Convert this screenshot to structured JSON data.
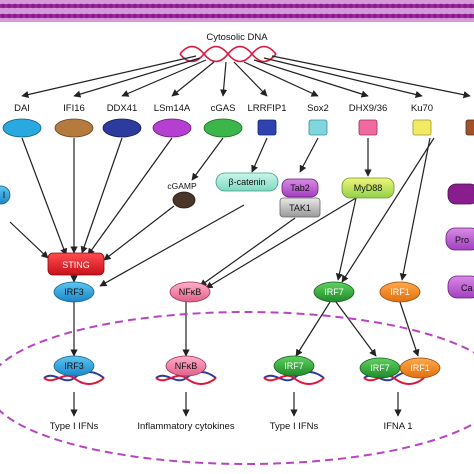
{
  "header": {
    "dna_label": "Cytosolic DNA"
  },
  "colors": {
    "membrane": "#a32aa6",
    "nucleus": "#b844c2",
    "dna": "#e0143c",
    "arrow": "#222222"
  },
  "sensors": [
    {
      "label": "DAI",
      "color": "#29a9df",
      "shape": "ellipse"
    },
    {
      "label": "IFI16",
      "color": "#b57a3e",
      "shape": "ellipse"
    },
    {
      "label": "DDX41",
      "color": "#2d3a9e",
      "shape": "ellipse"
    },
    {
      "label": "LSm14A",
      "color": "#b43fd0",
      "shape": "ellipse"
    },
    {
      "label": "cGAS",
      "color": "#3cb54a",
      "shape": "ellipse"
    },
    {
      "label": "LRRFIP1",
      "color": "#2f43b0",
      "shape": "rect"
    },
    {
      "label": "Sox2",
      "color": "#7fd6dc",
      "shape": "rect"
    },
    {
      "label": "DHX9/36",
      "color": "#f06aa0",
      "shape": "rect"
    },
    {
      "label": "Ku70",
      "color": "#f3ea63",
      "shape": "rect"
    },
    {
      "label": "",
      "color": "#a0522d",
      "shape": "rect"
    }
  ],
  "adaptors": {
    "sting": "STING",
    "cgamp": "cGAMP",
    "beta_catenin": "β-catenin",
    "tab2": "Tab2",
    "tak1": "TAK1",
    "myd88": "MyD88",
    "left_partial": "I",
    "right_top_partial": "Pro",
    "right_bottom_partial": "Ca"
  },
  "cytoplasm_tfs": {
    "irf3": "IRF3",
    "nfkb": "NFκB",
    "irf7": "IRF7",
    "irf1": "IRF1"
  },
  "nucleus_tfs": {
    "irf3": "IRF3",
    "nfkb": "NFκB",
    "irf7_a": "IRF7",
    "irf7_b": "IRF7",
    "irf1": "IRF1"
  },
  "outputs": {
    "type1_a": "Type I IFNs",
    "inflammatory": "Inflammatory cytokines",
    "type1_b": "Type I IFNs",
    "ifna1": "IFNA 1"
  }
}
